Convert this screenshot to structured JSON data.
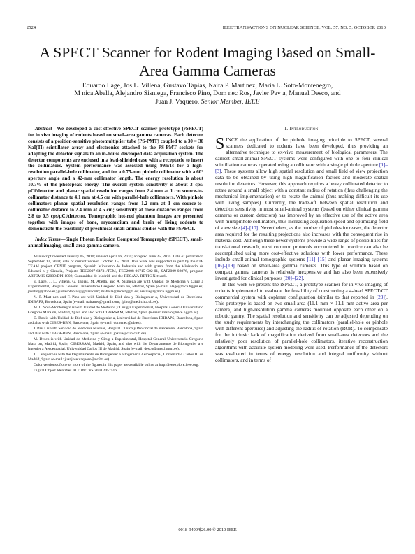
{
  "header": {
    "page_number": "2524",
    "journal": "IEEE TRANSACTIONS ON NUCLEAR SCIENCE, VOL. 57, NO. 5, OCTOBER 2010"
  },
  "title": "A SPECT Scanner for Rodent Imaging Based on Small-Area Gamma Cameras",
  "authors": {
    "line1": "Eduardo Lage, Jos   L. Villena, Gustavo Tapias, Naira P. Mart nez, Maria L. Soto-Montenegro,",
    "line2": "M nica Abella, Alejandro Sisniega, Francisco Pino, Dom nec Ros, Javier Pav a, Manuel Desco, and",
    "line3a": "Juan J. Vaquero,",
    "line3b": "Senior Member, IEEE"
  },
  "abstract": {
    "label": "Abstract",
    "text": "—We developed a cost-effective SPECT scanner prototype (rSPECT) for in vivo imaging of rodents based on small-area gamma cameras. Each detector consists of a position-sensitive photomultiplier tube (PS-PMT) coupled to a 30 × 30 NaI(Tl) scintillator array and electronics attached to the PS-PMT sockets for adapting the detector signals to an in-house developed data acquisition system. The detector components are enclosed in a lead-shielded case with a receptacle to insert the collimators. System performance was assessed using 99mTc for a high-resolution parallel-hole collimator, and for a 0.75-mm pinhole collimator with a 60° aperture angle and a 42-mm collimator length. The energy resolution is about 10.7% of the photopeak energy. The overall system sensitivity is about 3 cps/μCi/detector and planar spatial resolution ranges from 2.4 mm at 1 cm source-to-collimator distance to 4.1 mm at 4.5 cm with parallel-hole collimators. With pinhole collimators planar spatial resolution ranges from 1.2 mm at 1 cm source-to-collimator distance to 2.4 mm at 4.5 cm; sensitivity at these distances ranges from 2.8 to 0.5 cps/μCi/detector. Tomographic hot-rod phantom images are presented together with images of bone, myocardium and brain of living rodents to demonstrate the feasibility of preclinical small-animal studies with the rSPECT."
  },
  "index_terms": {
    "label": "Index Terms",
    "text": "—Single Photon Emission Computed Tomography (SPECT), small-animal imaging, small-area gamma camera."
  },
  "footnotes": [
    "Manuscript received January 05, 2010; revised April 16, 2010; accepted June 25, 2010. Date of publication September 13, 2010; date of current version October 15, 2010. This work was supported in part by the CD-TEAM project, CENIT program, Spanish Ministerio de Industria and with grants from the Ministerio de Educaci n y Ciencia, Projects TEC2007-64731/TCM, TEC2008-06715-C02-01, SAF2009-08076, program ARTEMIS S2009/DPI-1802, Comunidad de Madrid, and the RECAVA-RETIC Network.",
    "E. Lage, J. L. Villena, G. Tapias, M. Abella, and A. Sisniega are with Unidad de Medicina y Cirug a Experimental, Hospital General Universitario Gregorio Mara on, Madrid, Spain (e-mail: elage@mce.hggm.es; jovillo@yahoo.es; gustavotapias@gmail.com; mabella@mce.hggm.es; asisniega@mce.hggm.es).",
    "N. P. Mart nez and F. Pino are with Unidad de Biof sica y Bioingenier a, Universidad de Barcelona-IDIBAPS, Barcelona, Spain (e-mail: nairamv@gmail.com; fpino@medicina.ub.es).",
    "M. L. Soto-Montenegro is with Unidad de Medicina y Cirug a Experimental, Hospital General Universitario Gregorio Mara on, Madrid, Spain and also with CIBERSAM, Madrid, Spain (e-mail: mlsoto@mce.hggm.es).",
    "D. Ros is with Unidad de Biof sica y Bioingenier a, Universidad de Barcelona-IDIBAPS, Barcelona, Spain and also with CIBER-BBN, Barcelona, Spain (e-mail: domenec@ub.es).",
    "J. Pav a is with Servicio de Medicina Nuclear, Hospital Cl nico y Provincial de Barcelona, Barcelona, Spain and also with CIBER-BBN, Barcelona, Spain (e-mail: jpavia@clinic.ub.es).",
    "M. Desco is with Unidad de Medicina y Cirug a Experimental, Hospital General Universitario Gregorio Mara on, Madrid, Spain, CIBERSAM, Madrid, Spain, and also with the Departamento de Bioingenier a e Ingenier a Aeroespacial, Universidad Carlos III de Madrid, Spain (e-mail: desco@mce.hggm.es).",
    "J. J. Vaquero is with the Departamento de Bioingenier a e Ingenier a Aeroespacial, Universidad Carlos III de Madrid, Spain (e-mail: juanjose.vaquero@uc3m.es).",
    "Color versions of one or more of the figures in this paper are available online at http://ieeexplore.ieee.org.",
    "Digital Object Identifier 10.1109/TNS.2010.2057516"
  ],
  "section": {
    "number": "I.",
    "title": "Introduction"
  },
  "intro": {
    "dropcap": "S",
    "p1a": "INCE the application of the pinhole imaging principle to SPECT, several scanners dedicated to rodents have been developed, thus providing an alternative technique to ex-vivo measurement of biological parameters. The earliest small-animal SPECT systems were configured with one to four clinical scintillation cameras operated using a collimator with a single pinhole aperture ",
    "c1": "[1]–[3]",
    "p1b": ". These systems allow high spatial resolution and small field of view projection data to be obtained by using high magnification factors and moderate spatial resolution detectors. However, this approach requires a heavy collimated detector to rotate around a small object with a constant radius of rotation (thus challenging the mechanical implementation) or to rotate the animal (thus making difficult its use with living samples). Currently, the trade-off between spatial resolution and detection sensitivity in most small-animal systems (based on either clinical gamma cameras or custom detectors) has improved by an effective use of the active area with multipinhole collimators, thus increasing acquisition speed and optimizing field of view size ",
    "c2": "[4]–[10]",
    "p1c": ". Nevertheless, as the number of pinholes increases, the detector area required for the resulting projections also increases with the consequent rise in material cost. Although these newer systems provide a wide range of possibilities for translational research, most common protocols encountered in practice can also be accomplished using more cost-effective solutions with lower performance. These include small-animal tomographic systems ",
    "c3": "[11]–[15]",
    "p1d": " and planar imaging systems ",
    "c4": "[16]–[19]",
    "p1e": " based on small-area gamma cameras. This type of solution based on compact gamma cameras is relatively inexpensive and has also been extensively investigated for clinical purposes ",
    "c5": "[20]–[22]",
    "p1f": ".",
    "p2a": "In this work we present the rSPECT, a prototype scanner for in vivo imaging of rodents implemented to evaluate the feasibility of constructing a 4-head SPECT/CT commercial system with coplanar configuration (similar to that reported in ",
    "c6": "[23]",
    "p2b": "). This prototype is based on two small-area (11.1 mm × 11.1 mm active area per camera) and high-resolution gamma cameras mounted opposite each other on a robotic gantry. The spatial resolution and sensitivity can be adjusted depending on the study requirements by interchanging the collimators (parallel-hole or pinhole with different apertures) and adjusting the radius of rotation (ROR). To compensate for the intrinsic lack of magnification derived from small-area detectors and the relatively poor resolution of parallel-hole collimators, iterative reconstruction algorithms with accurate system modeling were used. Performance of the detectors was evaluated in terms of energy resolution and integral uniformity without collimators, and in terms of"
  },
  "footer": "0018-9499/$26.00 © 2010 IEEE"
}
